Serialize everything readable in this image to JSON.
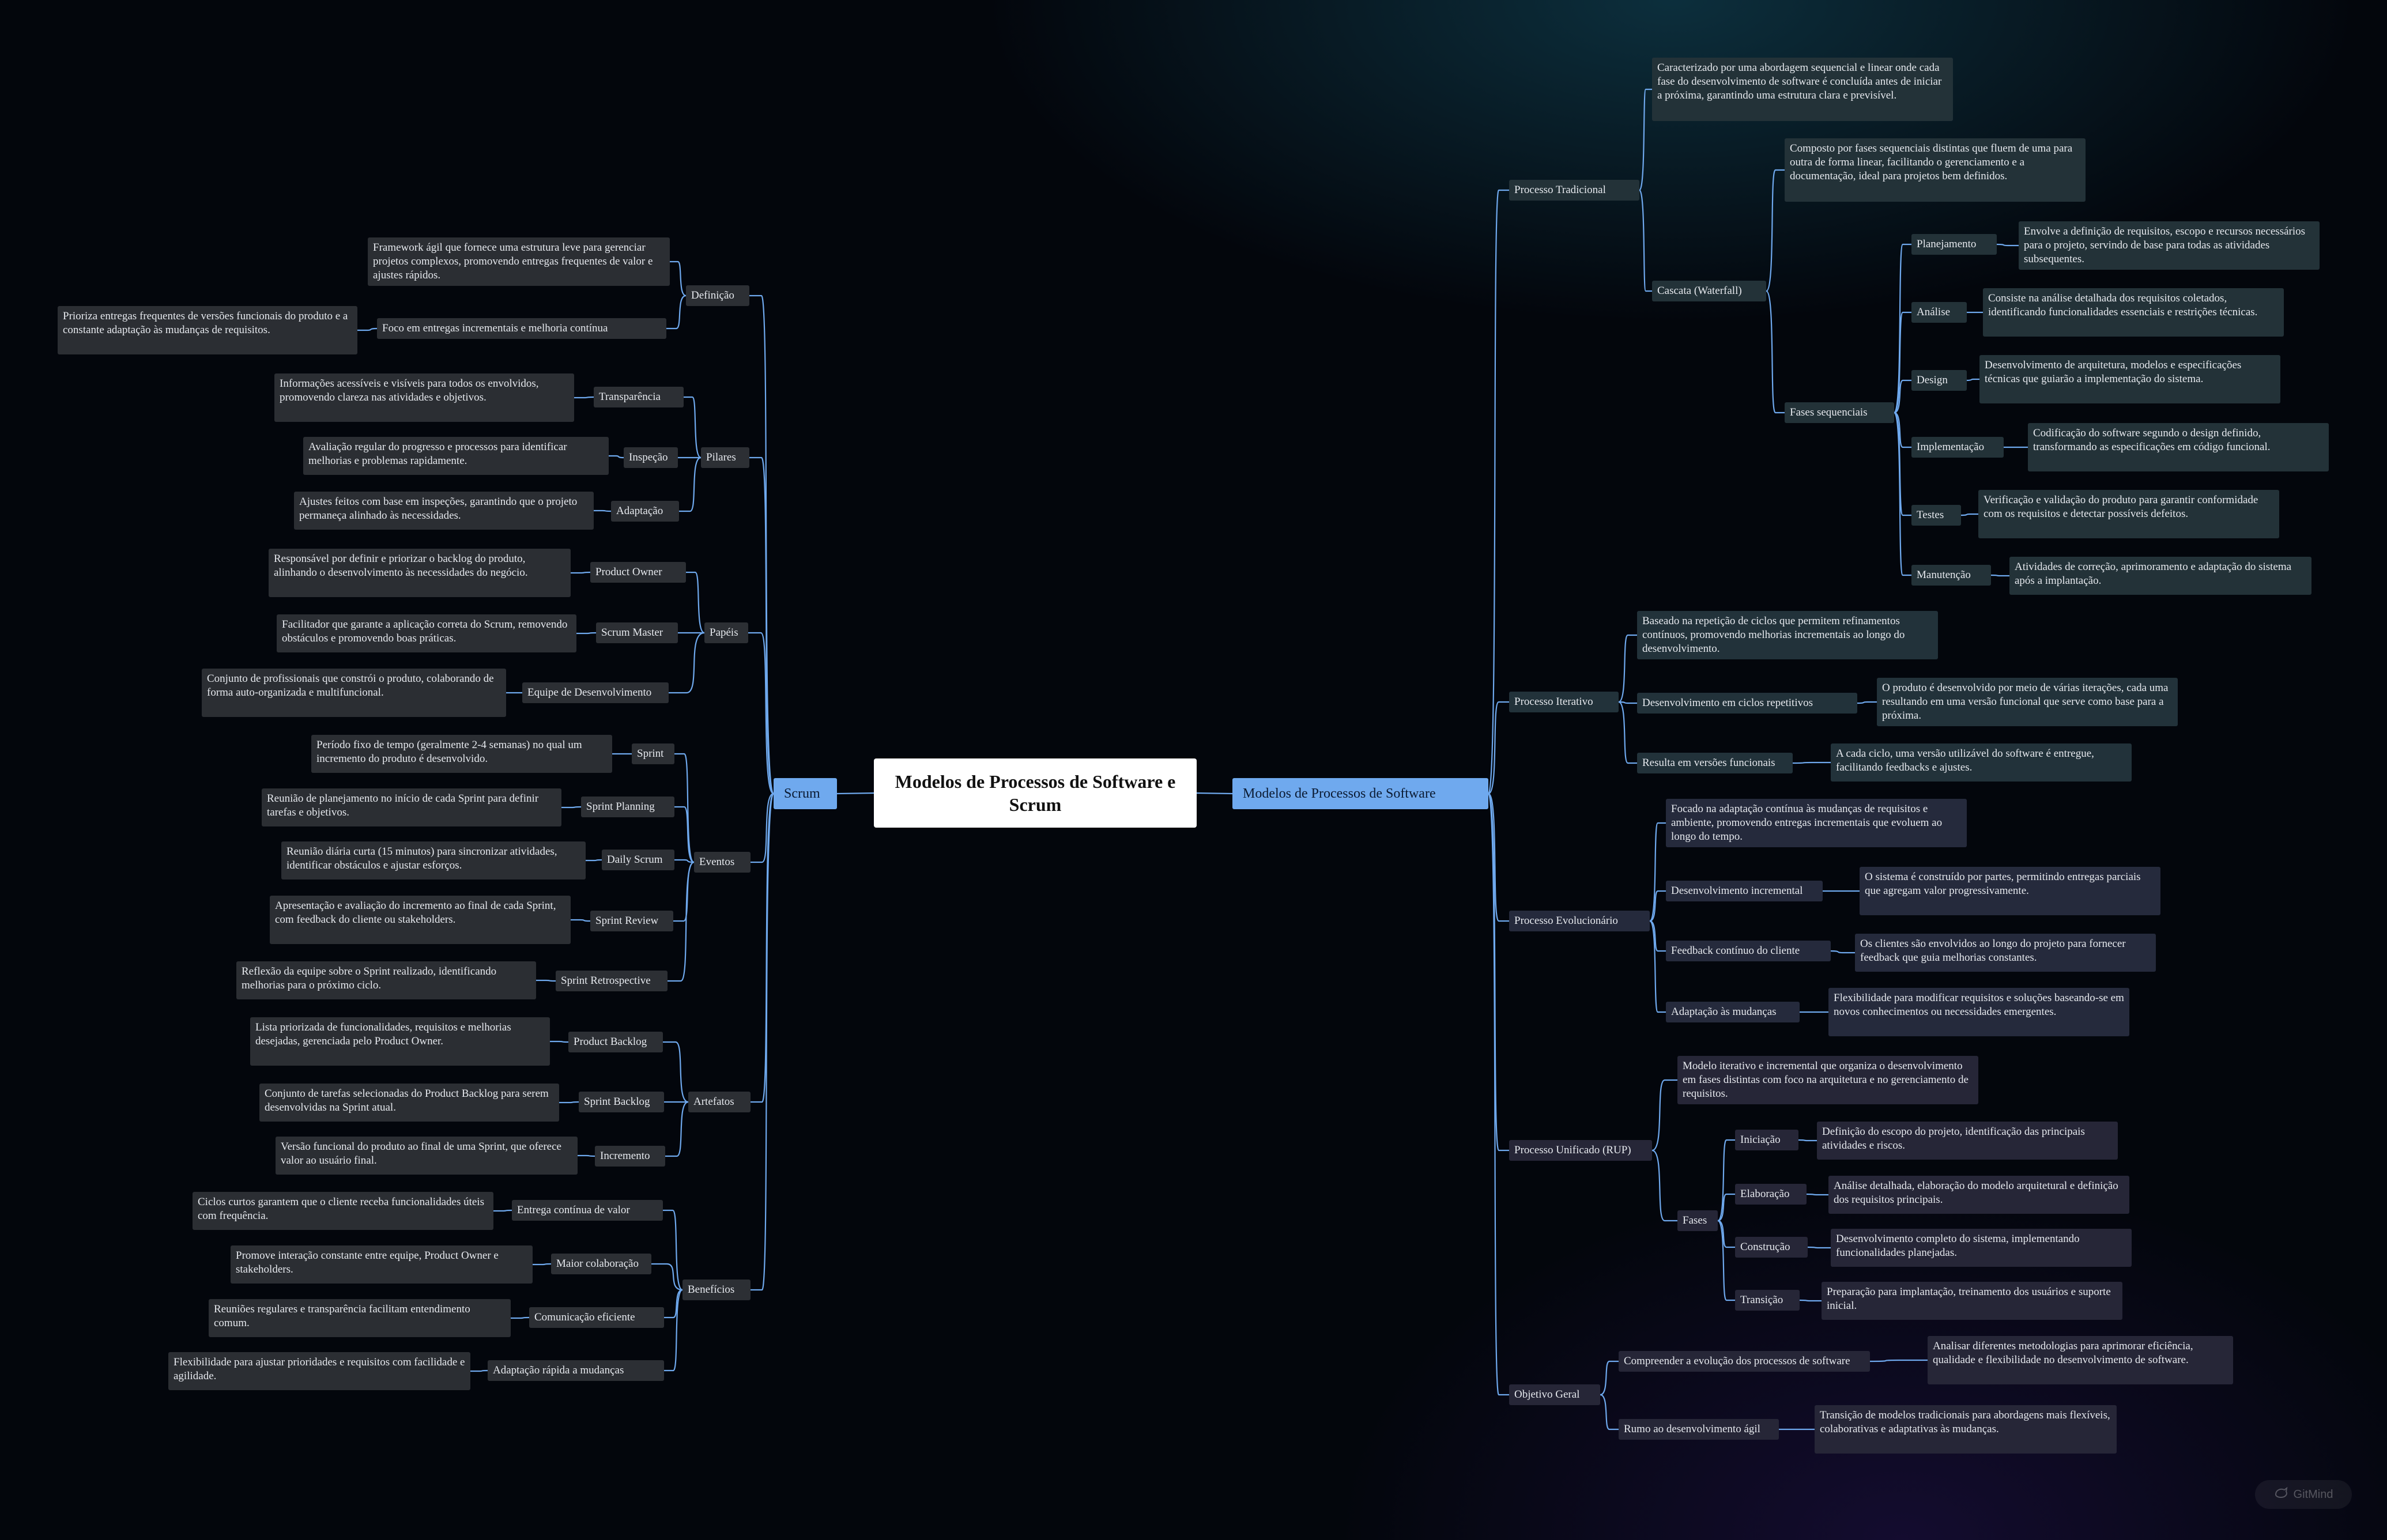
{
  "root": "Modelos de Processos de Software e Scrum",
  "branches": {
    "scrum": "Scrum",
    "modelos": "Modelos de Processos de Software"
  },
  "scrum": {
    "definicao": "Definição",
    "definicao_fw": "Framework ágil que fornece uma estrutura leve para gerenciar projetos complexos, promovendo entregas frequentes de valor e ajustes rápidos.",
    "definicao_foco": "Foco em entregas incrementais e melhoria contínua",
    "definicao_foco_desc": "Prioriza entregas frequentes de versões funcionais do produto e a constante adaptação às mudanças de requisitos.",
    "pilares": "Pilares",
    "transparencia": "Transparência",
    "transparencia_desc": "Informações acessíveis e visíveis para todos os envolvidos, promovendo clareza nas atividades e objetivos.",
    "inspecao": "Inspeção",
    "inspecao_desc": "Avaliação regular do progresso e processos para identificar melhorias e problemas rapidamente.",
    "adaptacao": "Adaptação",
    "adaptacao_desc": "Ajustes feitos com base em inspeções, garantindo que o projeto permaneça alinhado às necessidades.",
    "papeis": "Papéis",
    "po": "Product Owner",
    "po_desc": "Responsável por definir e priorizar o backlog do produto, alinhando o desenvolvimento às necessidades do negócio.",
    "sm": "Scrum Master",
    "sm_desc": "Facilitador que garante a aplicação correta do Scrum, removendo obstáculos e promovendo boas práticas.",
    "equipe": "Equipe de Desenvolvimento",
    "equipe_desc": "Conjunto de profissionais que constrói o produto, colaborando de forma auto-organizada e multifuncional.",
    "eventos": "Eventos",
    "sprint": "Sprint",
    "sprint_desc": "Período fixo de tempo (geralmente 2-4 semanas) no qual um incremento do produto é desenvolvido.",
    "planning": "Sprint Planning",
    "planning_desc": "Reunião de planejamento no início de cada Sprint para definir tarefas e objetivos.",
    "daily": "Daily Scrum",
    "daily_desc": "Reunião diária curta (15 minutos) para sincronizar atividades, identificar obstáculos e ajustar esforços.",
    "review": "Sprint Review",
    "review_desc": "Apresentação e avaliação do incremento ao final de cada Sprint, com feedback do cliente ou stakeholders.",
    "retro": "Sprint Retrospective",
    "retro_desc": "Reflexão da equipe sobre o Sprint realizado, identificando melhorias para o próximo ciclo.",
    "artefatos": "Artefatos",
    "pb": "Product Backlog",
    "pb_desc": "Lista priorizada de funcionalidades, requisitos e melhorias desejadas, gerenciada pelo Product Owner.",
    "sb": "Sprint Backlog",
    "sb_desc": "Conjunto de tarefas selecionadas do Product Backlog para serem desenvolvidas na Sprint atual.",
    "incremento": "Incremento",
    "incremento_desc": "Versão funcional do produto ao final de uma Sprint, que oferece valor ao usuário final.",
    "beneficios": "Benefícios",
    "entrega": "Entrega contínua de valor",
    "entrega_desc": "Ciclos curtos garantem que o cliente receba funcionalidades úteis com frequência.",
    "colab": "Maior colaboração",
    "colab_desc": "Promove interação constante entre equipe, Product Owner e stakeholders.",
    "comunic": "Comunicação eficiente",
    "comunic_desc": "Reuniões regulares e transparência facilitam entendimento comum.",
    "adapt_rap": "Adaptação rápida a mudanças",
    "adapt_rap_desc": "Flexibilidade para ajustar prioridades e requisitos com facilidade e agilidade."
  },
  "modelos": {
    "tradicional": "Processo Tradicional",
    "tradicional_desc": "Caracterizado por uma abordagem sequencial e linear onde cada fase do desenvolvimento de software é concluída antes de iniciar a próxima, garantindo uma estrutura clara e previsível.",
    "cascata": "Cascata (Waterfall)",
    "cascata_desc": "Composto por fases sequenciais distintas que fluem de uma para outra de forma linear, facilitando o gerenciamento e a documentação, ideal para projetos bem definidos.",
    "fases_seq": "Fases sequenciais",
    "planejamento": "Planejamento",
    "planejamento_desc": "Envolve a definição de requisitos, escopo e recursos necessários para o projeto, servindo de base para todas as atividades subsequentes.",
    "analise": "Análise",
    "analise_desc": "Consiste na análise detalhada dos requisitos coletados, identificando funcionalidades essenciais e restrições técnicas.",
    "design": "Design",
    "design_desc": "Desenvolvimento de arquitetura, modelos e especificações técnicas que guiarão a implementação do sistema.",
    "implementacao": "Implementação",
    "implementacao_desc": "Codificação do software segundo o design definido, transformando as especificações em código funcional.",
    "testes": "Testes",
    "testes_desc": "Verificação e validação do produto para garantir conformidade com os requisitos e detectar possíveis defeitos.",
    "manutencao": "Manutenção",
    "manutencao_desc": "Atividades de correção, aprimoramento e adaptação do sistema após a implantação.",
    "iterativo": "Processo Iterativo",
    "iterativo_desc": "Baseado na repetição de ciclos que permitem refinamentos contínuos, promovendo melhorias incrementais ao longo do desenvolvimento.",
    "ciclos": "Desenvolvimento em ciclos repetitivos",
    "ciclos_desc": "O produto é desenvolvido por meio de várias iterações, cada uma resultando em uma versão funcional que serve como base para a próxima.",
    "versoes": "Resulta em versões funcionais",
    "versoes_desc": "A cada ciclo, uma versão utilizável do software é entregue, facilitando feedbacks e ajustes.",
    "evolucionario": "Processo Evolucionário",
    "evolucionario_desc": "Focado na adaptação contínua às mudanças de requisitos e ambiente, promovendo entregas incrementais que evoluem ao longo do tempo.",
    "incremental": "Desenvolvimento incremental",
    "incremental_desc": "O sistema é construído por partes, permitindo entregas parciais que agregam valor progressivamente.",
    "feedback": "Feedback contínuo do cliente",
    "feedback_desc": "Os clientes são envolvidos ao longo do projeto para fornecer feedback que guia melhorias constantes.",
    "adapt_mud": "Adaptação às mudanças",
    "adapt_mud_desc": "Flexibilidade para modificar requisitos e soluções baseando-se em novos conhecimentos ou necessidades emergentes.",
    "rup": "Processo Unificado (RUP)",
    "rup_desc": "Modelo iterativo e incremental que organiza o desenvolvimento em fases distintas com foco na arquitetura e no gerenciamento de requisitos.",
    "fases": "Fases",
    "iniciacao": "Iniciação",
    "iniciacao_desc": "Definição do escopo do projeto, identificação das principais atividades e riscos.",
    "elaboracao": "Elaboração",
    "elaboracao_desc": "Análise detalhada, elaboração do modelo arquitetural e definição dos requisitos principais.",
    "construcao": "Construção",
    "construcao_desc": "Desenvolvimento completo do sistema, implementando funcionalidades planejadas.",
    "transicao": "Transição",
    "transicao_desc": "Preparação para implantação, treinamento dos usuários e suporte inicial.",
    "objetivo": "Objetivo Geral",
    "compreender": "Compreender a evolução dos processos de software",
    "compreender_desc": "Analisar diferentes metodologias para aprimorar eficiência, qualidade e flexibilidade no desenvolvimento de software.",
    "rumo": "Rumo ao desenvolvimento ágil",
    "rumo_desc": "Transição de modelos tradicionais para abordagens mais flexíveis, colaborativas e adaptativas às mudanças."
  },
  "watermark": "GitMind",
  "colors": {
    "connector": "#6fa9ee",
    "branch_fill": "#6fa9ee",
    "root_fill": "#ffffff"
  }
}
